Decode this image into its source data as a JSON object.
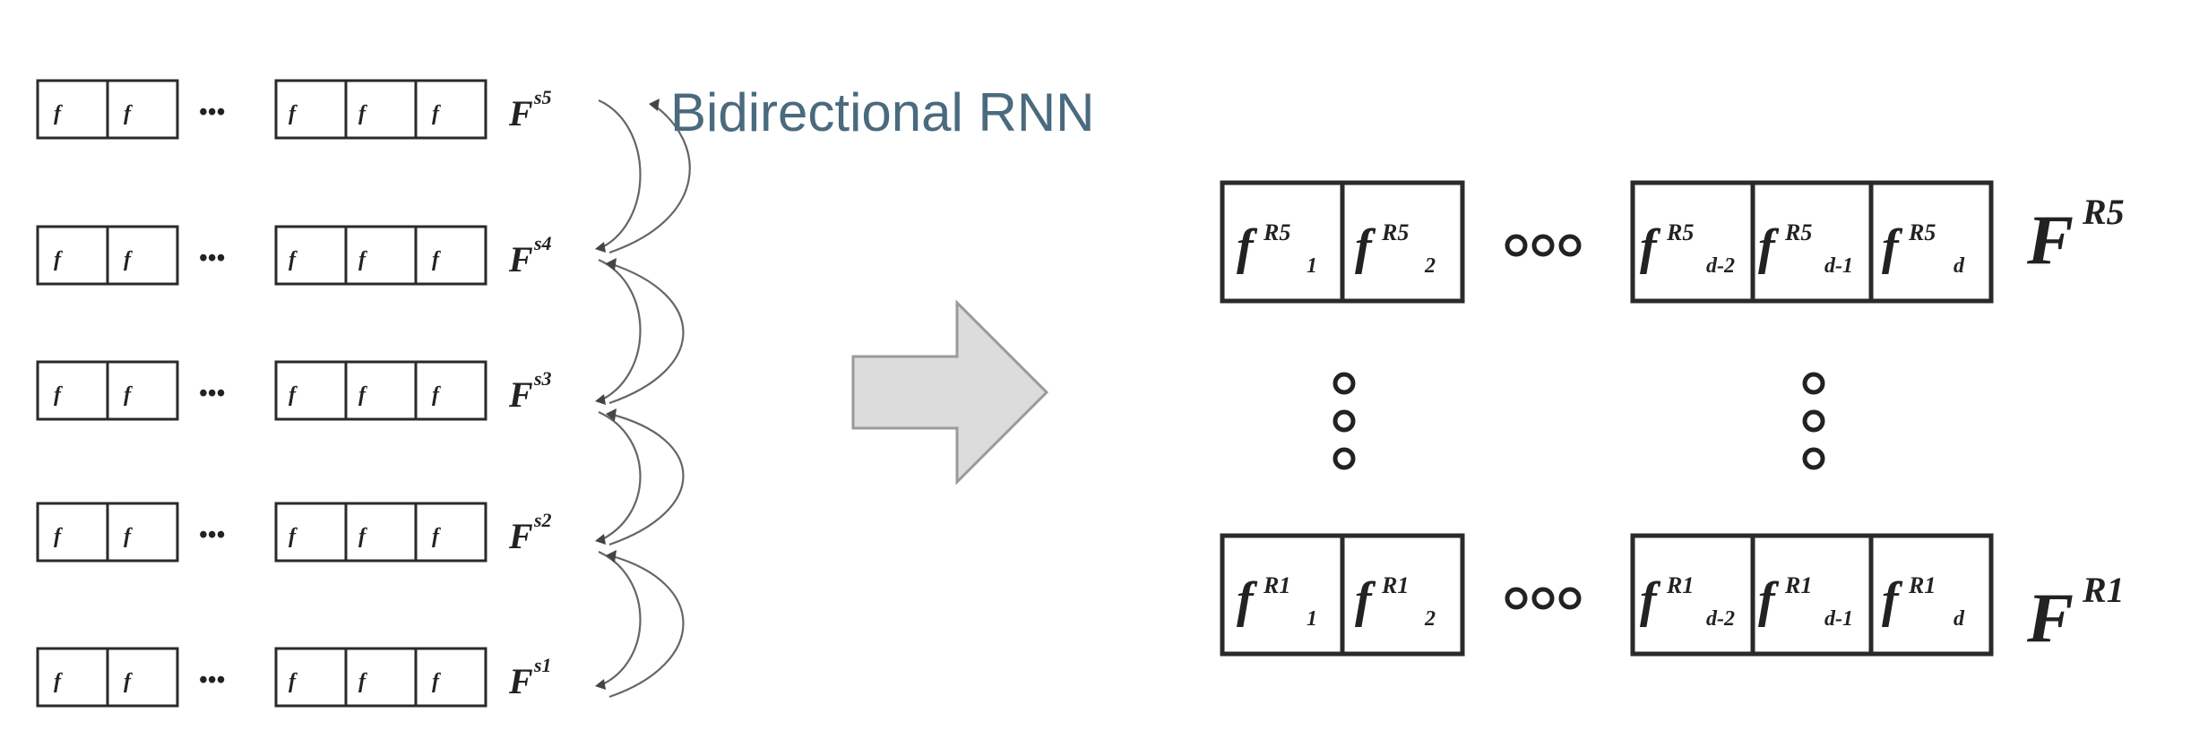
{
  "label": "Bidirectional RNN",
  "input_rows": [
    {
      "F": "F",
      "sup": "s5"
    },
    {
      "F": "F",
      "sup": "s4"
    },
    {
      "F": "F",
      "sup": "s3"
    },
    {
      "F": "F",
      "sup": "s2"
    },
    {
      "F": "F",
      "sup": "s1"
    }
  ],
  "small_cell_f": "f",
  "ellipsis": "•••",
  "output_rows": [
    {
      "F": "F",
      "sup": "R5",
      "cells": [
        {
          "sup": "R5",
          "sub": "1"
        },
        {
          "sup": "R5",
          "sub": "2"
        },
        {
          "sup": "R5",
          "sub": "d-2"
        },
        {
          "sup": "R5",
          "sub": "d-1"
        },
        {
          "sup": "R5",
          "sub": "d"
        }
      ]
    },
    {
      "F": "F",
      "sup": "R1",
      "cells": [
        {
          "sup": "R1",
          "sub": "1"
        },
        {
          "sup": "R1",
          "sub": "2"
        },
        {
          "sup": "R1",
          "sub": "d-2"
        },
        {
          "sup": "R1",
          "sub": "d-1"
        },
        {
          "sup": "R1",
          "sub": "d"
        }
      ]
    }
  ],
  "f": "f",
  "colors": {
    "arrow_fill": "#dcdcdc",
    "label": "#4a6a7e",
    "stroke": "#2a2a2a"
  }
}
